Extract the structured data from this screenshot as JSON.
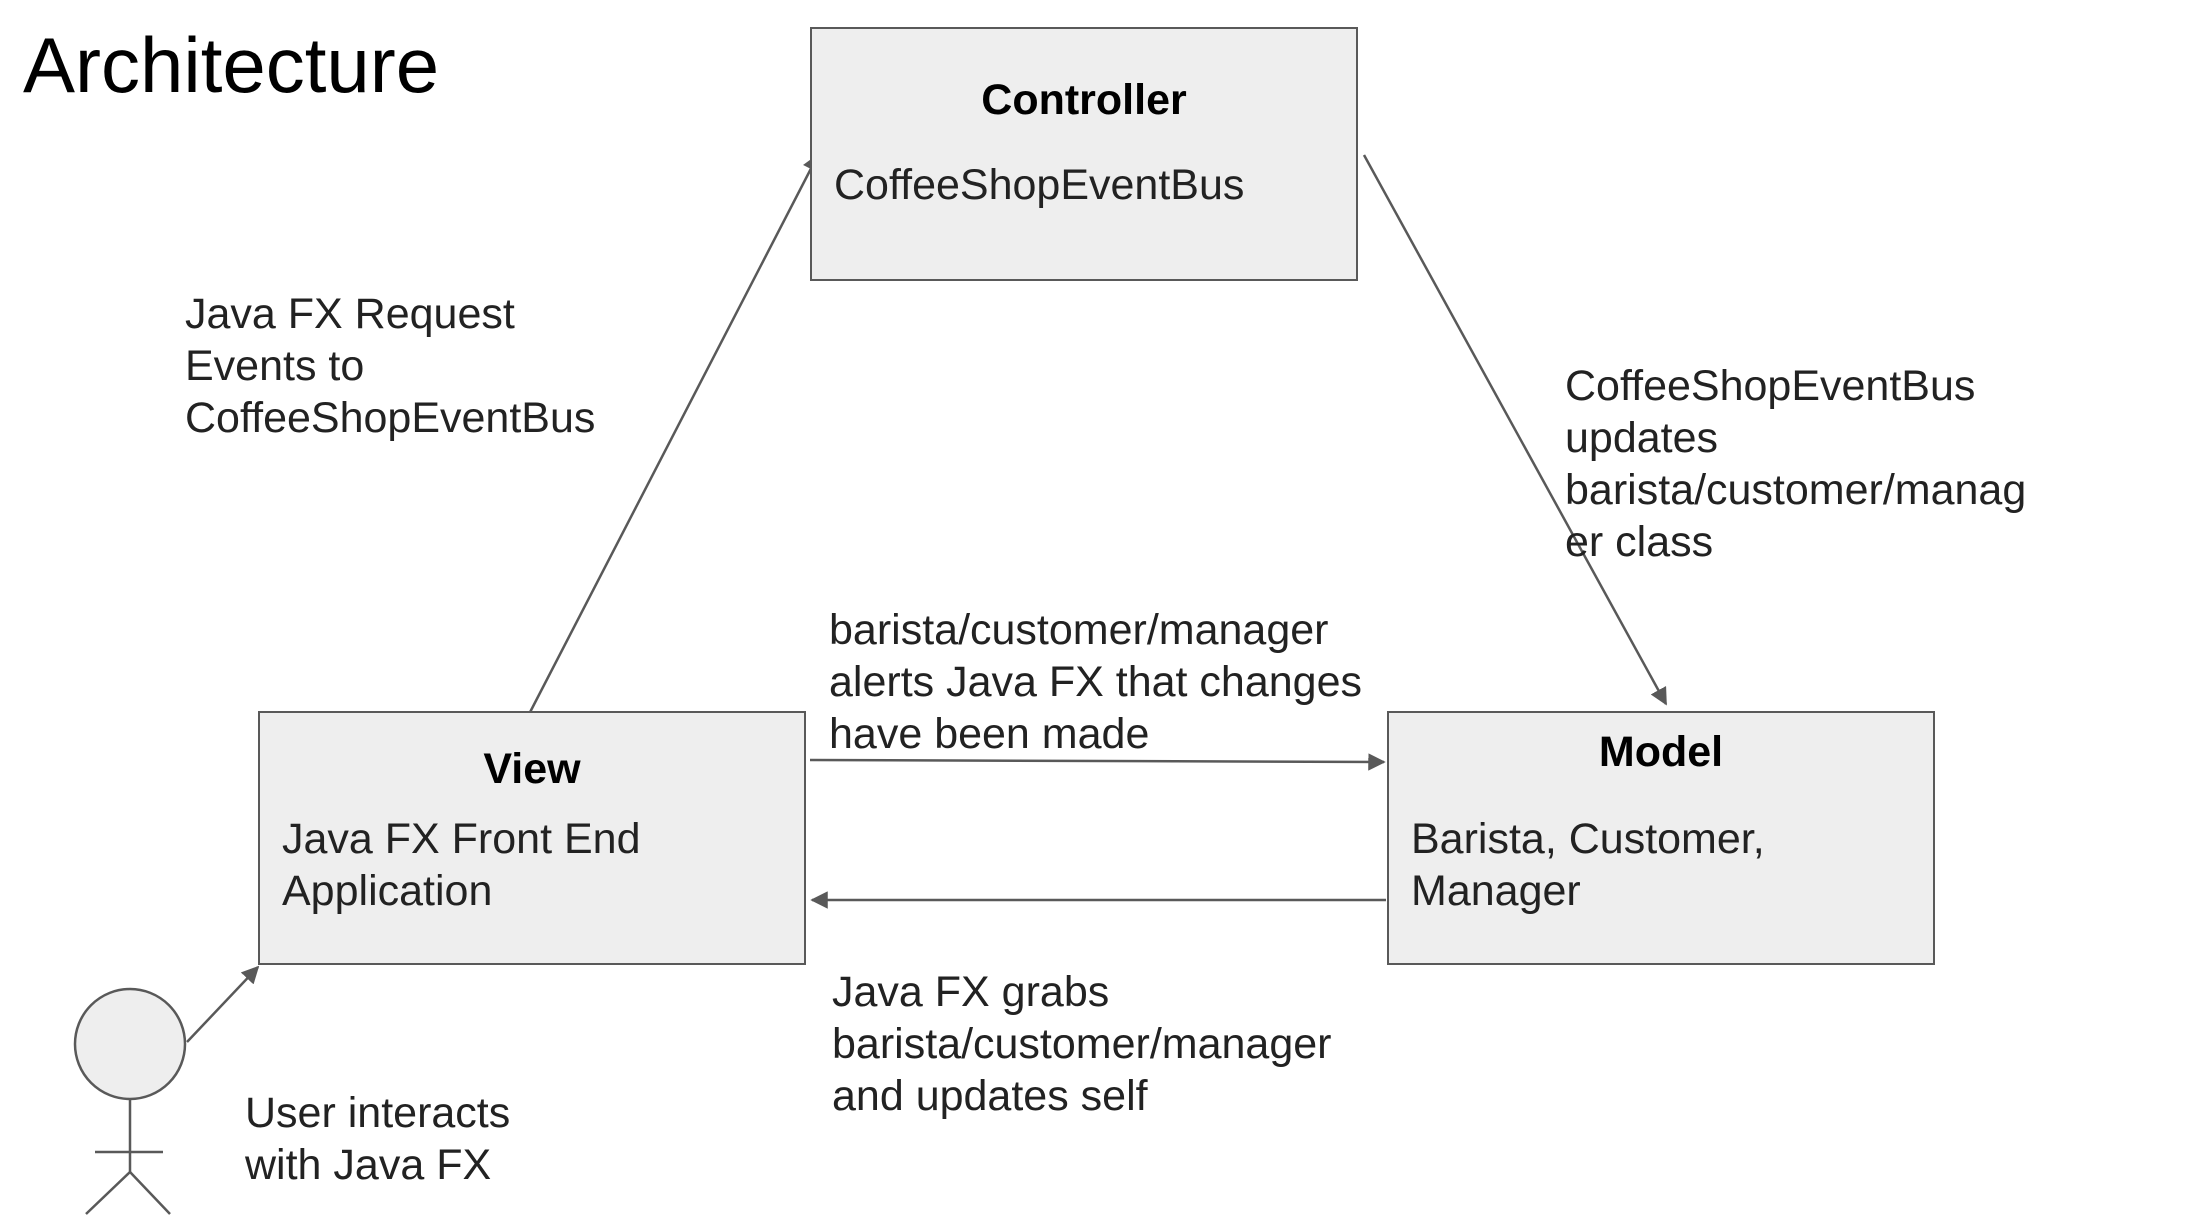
{
  "title": "Architecture",
  "nodes": {
    "controller": {
      "title": "Controller",
      "body": "CoffeeShopEventBus"
    },
    "view": {
      "title": "View",
      "body": "Java FX Front End\nApplication"
    },
    "model": {
      "title": "Model",
      "body": "Barista, Customer,\nManager"
    }
  },
  "edge_labels": {
    "view_to_controller": "Java FX Request\nEvents to\nCoffeeShopEventBus",
    "controller_to_model": "CoffeeShopEventBus\nupdates\nbarista/customer/manag\ner class",
    "model_to_view_alert": "barista/customer/manager\nalerts Java FX that changes\nhave been made",
    "view_grabs_model": "Java FX grabs\nbarista/customer/manager\nand updates self",
    "user": "User interacts\nwith Java FX"
  },
  "colors": {
    "box_fill": "#eeeeee",
    "box_border": "#595959",
    "arrow": "#595959"
  }
}
